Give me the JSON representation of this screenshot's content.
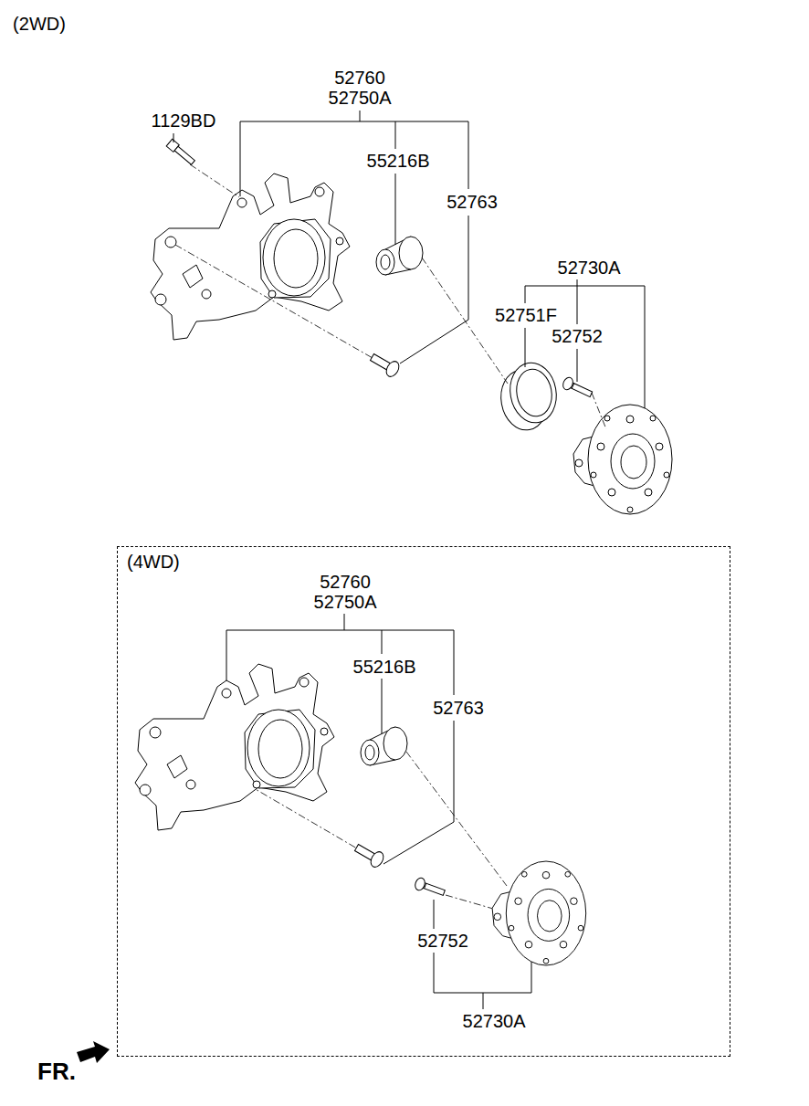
{
  "diagram": {
    "nodes": [
      {
        "text": [
          "(4WD)"
        ]
      }
    ],
    "labels": [
      "(2WD)",
      "52760",
      "52750A",
      "1129BD",
      "55216B",
      "52763",
      "52730A",
      "52751F",
      "52752",
      "52760",
      "52750A",
      "55216B",
      "52763",
      "52752",
      "52730A",
      "FR."
    ]
  }
}
